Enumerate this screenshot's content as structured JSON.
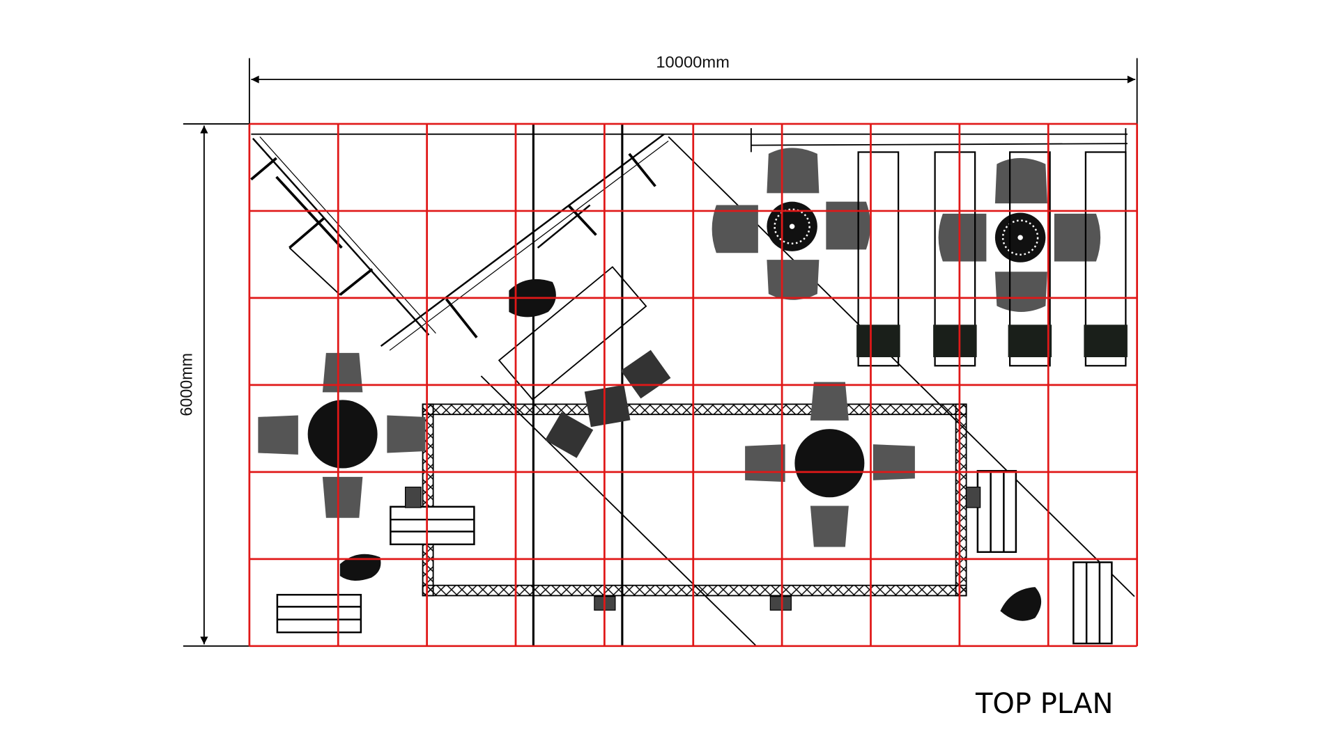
{
  "drawing": {
    "title": "TOP PLAN",
    "width_label": "10000mm",
    "depth_label": "6000mm",
    "grid": {
      "columns": 10,
      "rows": 6
    }
  },
  "colors": {
    "grid": "#e01818",
    "ink": "#000000",
    "chair": "#555555",
    "background": "#ffffff"
  }
}
